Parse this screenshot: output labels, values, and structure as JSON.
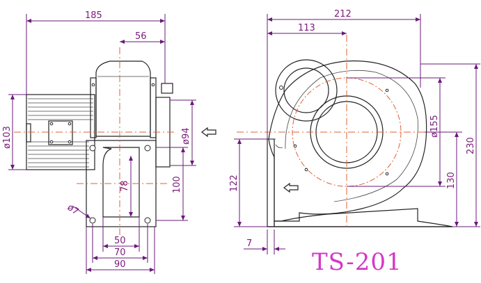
{
  "model_label": "TS-201",
  "colors": {
    "dimension": "#6a1a7a",
    "centerline": "#e06030",
    "object": "#222222",
    "model": "#d437c8"
  },
  "side_view": {
    "dims": {
      "overall_width": "185",
      "shaft_offset": "56",
      "motor_dia": "ø103",
      "outlet_dia": "ø94",
      "flange_height": "100",
      "opening_height": "78",
      "hole_dia": "ø7",
      "opening_width": "50",
      "hole_spacing": "70",
      "flange_width": "90"
    }
  },
  "front_view": {
    "dims": {
      "overall_width": "212",
      "inlet_offset": "113",
      "inlet_dia": "ø155",
      "overall_height": "230",
      "center_height": "130",
      "outlet_height": "122",
      "base_thickness": "7"
    }
  }
}
